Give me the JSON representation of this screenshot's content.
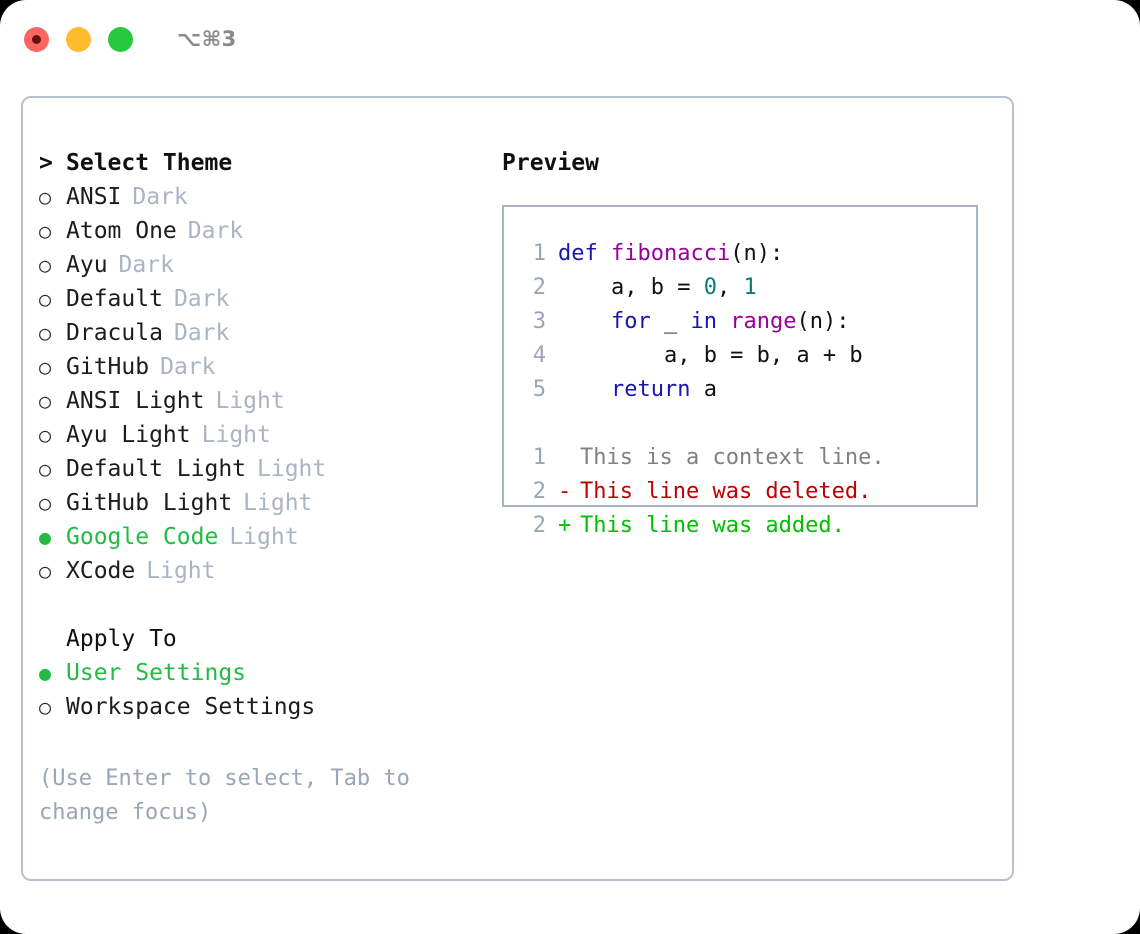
{
  "titlebar": {
    "shortcut": "⌥⌘3",
    "buttons": [
      {
        "name": "close",
        "color": "#fb6760"
      },
      {
        "name": "minimize",
        "color": "#fdbc2e"
      },
      {
        "name": "maximize",
        "color": "#27c93f"
      }
    ]
  },
  "theme_picker": {
    "heading": "Select Theme",
    "caret": ">",
    "marker_off": "○",
    "marker_on": "●",
    "items": [
      {
        "name": "ANSI",
        "tag": "Dark",
        "selected": false
      },
      {
        "name": "Atom One",
        "tag": "Dark",
        "selected": false
      },
      {
        "name": "Ayu",
        "tag": "Dark",
        "selected": false
      },
      {
        "name": "Default",
        "tag": "Dark",
        "selected": false
      },
      {
        "name": "Dracula",
        "tag": "Dark",
        "selected": false
      },
      {
        "name": "GitHub",
        "tag": "Dark",
        "selected": false
      },
      {
        "name": "ANSI Light",
        "tag": "Light",
        "selected": false
      },
      {
        "name": "Ayu Light",
        "tag": "Light",
        "selected": false
      },
      {
        "name": "Default Light",
        "tag": "Light",
        "selected": false
      },
      {
        "name": "GitHub Light",
        "tag": "Light",
        "selected": false
      },
      {
        "name": "Google Code",
        "tag": "Light",
        "selected": true
      },
      {
        "name": "XCode",
        "tag": "Light",
        "selected": false
      }
    ]
  },
  "apply_to": {
    "heading": "Apply To",
    "options": [
      {
        "label": "User Settings",
        "selected": true
      },
      {
        "label": "Workspace Settings",
        "selected": false
      }
    ]
  },
  "hint": "(Use Enter to select, Tab to change focus)",
  "preview": {
    "title": "Preview",
    "code_lines": [
      {
        "num": "1",
        "tokens": [
          {
            "t": "def ",
            "c": "k-kw"
          },
          {
            "t": "fibonacci",
            "c": "k-fn"
          },
          {
            "t": "(n):",
            "c": "k-txt"
          }
        ]
      },
      {
        "num": "2",
        "tokens": [
          {
            "t": "    a, b = ",
            "c": "k-txt"
          },
          {
            "t": "0",
            "c": "k-num"
          },
          {
            "t": ", ",
            "c": "k-txt"
          },
          {
            "t": "1",
            "c": "k-num"
          }
        ]
      },
      {
        "num": "3",
        "tokens": [
          {
            "t": "    ",
            "c": "k-txt"
          },
          {
            "t": "for",
            "c": "k-kw"
          },
          {
            "t": " _ ",
            "c": "k-txt"
          },
          {
            "t": "in",
            "c": "k-kw"
          },
          {
            "t": " ",
            "c": "k-txt"
          },
          {
            "t": "range",
            "c": "k-fn"
          },
          {
            "t": "(n):",
            "c": "k-txt"
          }
        ]
      },
      {
        "num": "4",
        "tokens": [
          {
            "t": "        a, b = b, a + b",
            "c": "k-txt"
          }
        ]
      },
      {
        "num": "5",
        "tokens": [
          {
            "t": "    ",
            "c": "k-txt"
          },
          {
            "t": "return",
            "c": "k-kw"
          },
          {
            "t": " a",
            "c": "k-txt"
          }
        ]
      }
    ],
    "diff_lines": [
      {
        "num": "1",
        "marker": " ",
        "text": "This is a context line.",
        "kind": "d-ctx"
      },
      {
        "num": "2",
        "marker": "-",
        "text": "This line was deleted.",
        "kind": "d-del"
      },
      {
        "num": "2",
        "marker": "+",
        "text": "This line was added.",
        "kind": "d-add"
      }
    ]
  },
  "colors": {
    "accent_green": "#21ba45",
    "muted": "#a9b4c4",
    "keyword": "#1616b0",
    "function": "#990099",
    "number": "#0a7d77",
    "diff_add": "#00c000",
    "diff_del": "#c00000",
    "border": "#b7c0cc"
  }
}
